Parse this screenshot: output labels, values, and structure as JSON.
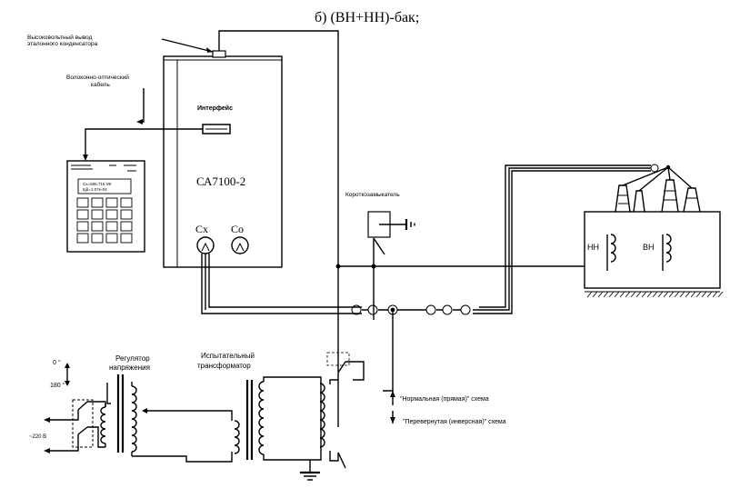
{
  "heading": "б) (ВН+НН)-бак;",
  "labels": {
    "hv_output": [
      "Высоковольтный вывод",
      "эталонного конденсатора"
    ],
    "fiber_cable": [
      "Волоконно-оптический",
      "кабель"
    ],
    "interface": "Интерфейс",
    "device": "СА7100-2",
    "cx": "Сх",
    "co": "Со",
    "grounding_switch": "Короткозамыкатель",
    "lv": "НН",
    "hv": "ВН",
    "angle_0": "0 °",
    "angle_180": "180 °",
    "voltage_regulator": [
      "Регулятор",
      "напряжения"
    ],
    "test_transformer": [
      "Испытательный",
      "трансформатор"
    ],
    "supply": "~220 В",
    "normal_scheme": "\"Нормальная (прямая)\" схема",
    "inverted_scheme": "\"Перевернутая (инверсная)\" схема"
  },
  "handheld": {
    "screen_line1": "Cx=556.715 пФ",
    "screen_line2": "tgδ=1.07е-04"
  }
}
